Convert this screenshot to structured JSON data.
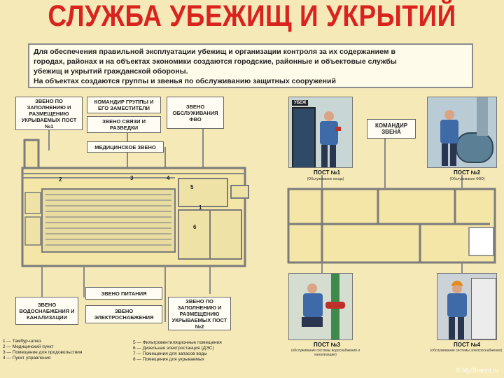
{
  "title": "СЛУЖБА УБЕЖИЩ И УКРЫТИЙ",
  "intro_line1": "Для обеспечения правильной эксплуатации убежищ и организации контроля за их содержанием в",
  "intro_line2": "городах, районах и на объектах экономики создаются городские, районные и объектовые службы",
  "intro_line3": "убежищ и укрытий гражданской обороны.",
  "intro_line4": "На объектах создаются группы и звенья по обслуживанию защитных сооружений",
  "boxes": {
    "zveno_zapoln_1": "ЗВЕНО ПО ЗАПОЛНЕНИЮ И РАЗМЕЩЕНИЮ УКРЫВАЕМЫХ ПОСТ №1",
    "komandir_gruppy": "КОМАНДИР ГРУППЫ И ЕГО ЗАМЕСТИТЕЛИ",
    "zveno_svyazi": "ЗВЕНО СВЯЗИ И РАЗВЕДКИ",
    "zveno_obsl": "ЗВЕНО ОБСЛУЖИВАНИЯ ФВО",
    "med_zveno": "МЕДИЦИНСКОЕ ЗВЕНО",
    "zveno_vodo": "ЗВЕНО ВОДОСНАБЖЕНИЯ И КАНАЛИЗАЦИИ",
    "zveno_pitaniya": "ЗВЕНО ПИТАНИЯ",
    "zveno_elektro": "ЗВЕНО ЭЛЕКТРОСНАБЖЕНИЯ",
    "zveno_zapoln_2": "ЗВЕНО ПО ЗАПОЛНЕНИЮ И РАЗМЕЩЕНИЮ УКРЫВАЕМЫХ ПОСТ №2",
    "komandir_zvena": "КОМАНДИР ЗВЕНА"
  },
  "plan_numbers": [
    "1",
    "2",
    "3",
    "4",
    "5",
    "6"
  ],
  "posts": {
    "post1": "ПОСТ №1",
    "post1_sub": "(Обслуживание входа)",
    "post2": "ПОСТ №2",
    "post2_sub": "(Обслуживание ФВО)",
    "post3": "ПОСТ №3",
    "post3_sub": "(обслуживание системы водоснабжения и канализации)",
    "post4": "ПОСТ №4",
    "post4_sub": "(обслуживание системы электроснабжения)"
  },
  "door_label": "УБЕЖ",
  "legend_left": [
    "1 — Тамбур-шлюз",
    "2 — Медицинский пункт",
    "3 — Помещение для продовольствия",
    "4 — Пункт управления"
  ],
  "legend_right": [
    "5 — Фильтровентиляционные помещения",
    "6 — Дизельная электростанция (ДЭС)",
    "7 — Помещения для запасов воды",
    "8 — Помещения для укрываемых"
  ],
  "watermark": "© MyShared.ru"
}
